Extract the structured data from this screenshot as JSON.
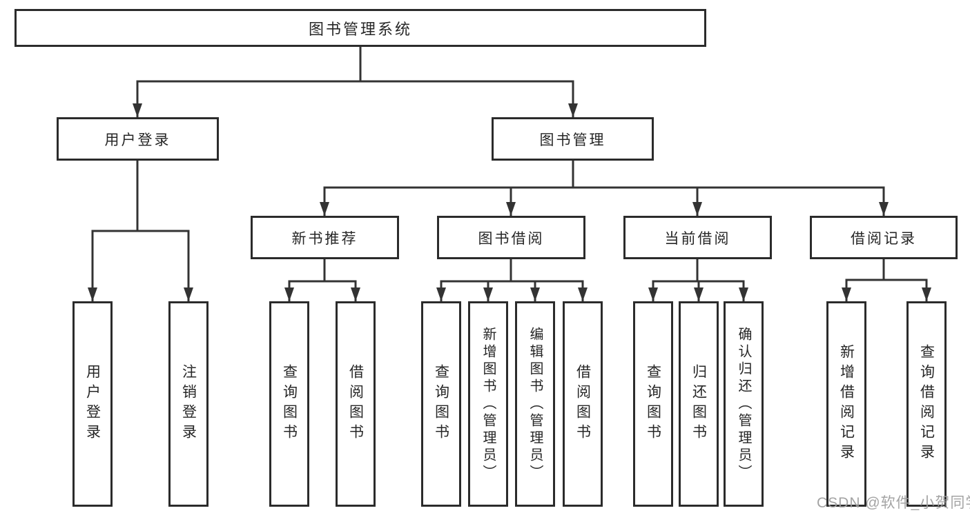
{
  "nodes": {
    "root": {
      "label": "图书管理系统"
    },
    "user_login": {
      "label": "用户登录"
    },
    "book_management": {
      "label": "图书管理"
    },
    "new_book_recommendation": {
      "label": "新书推荐"
    },
    "book_borrowing": {
      "label": "图书借阅"
    },
    "current_borrowing": {
      "label": "当前借阅"
    },
    "borrowing_records": {
      "label": "借阅记录"
    }
  },
  "leaves": {
    "user_login": [
      {
        "label": "用户登录"
      },
      {
        "label": "注销登录"
      }
    ],
    "new_book_recommendation": [
      {
        "label": "查询图书"
      },
      {
        "label": "借阅图书"
      }
    ],
    "book_borrowing": [
      {
        "label": "查询图书"
      },
      {
        "label": "新增图书（管理员）"
      },
      {
        "label": "编辑图书（管理员）"
      },
      {
        "label": "借阅图书"
      }
    ],
    "current_borrowing": [
      {
        "label": "查询图书"
      },
      {
        "label": "归还图书"
      },
      {
        "label": "确认归还（管理员）"
      }
    ],
    "borrowing_records": [
      {
        "label": "新增借阅记录"
      },
      {
        "label": "查询借阅记录"
      }
    ]
  },
  "watermark": {
    "text": "CSDN @软件_小贺同学"
  },
  "colors": {
    "line": "#333333",
    "box_border": "#2b2b2b",
    "text": "#262626",
    "watermark": "#9e9e9e",
    "background": "#ffffff"
  }
}
